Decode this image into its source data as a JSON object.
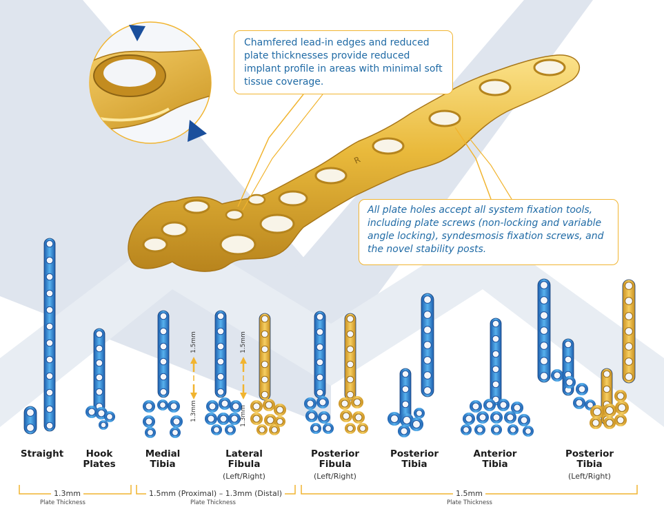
{
  "callouts": {
    "top": "Chamfered lead-in edges and reduced plate thicknesses provide reduced implant profile in areas with minimal soft tissue coverage.",
    "bottom": "All plate holes accept all system fixation tools, including plate screws (non-locking and variable angle locking), syndesmosis fixation screws, and the novel stability posts."
  },
  "plate_engraving": "R",
  "plates": [
    {
      "name": "Straight",
      "sub": ""
    },
    {
      "name": "Hook\nPlates",
      "sub": ""
    },
    {
      "name": "Medial\nTibia",
      "sub": ""
    },
    {
      "name": "Lateral\nFibula",
      "sub": "(Left/Right)"
    },
    {
      "name": "Posterior\nFibula",
      "sub": "(Left/Right)"
    },
    {
      "name": "Posterior\nTibia",
      "sub": ""
    },
    {
      "name": "Anterior\nTibia",
      "sub": ""
    },
    {
      "name": "Posterior\nTibia",
      "sub": "(Left/Right)"
    }
  ],
  "thickness_markers": {
    "upper": "1.5mm",
    "lower": "1.3mm"
  },
  "brackets": [
    {
      "label": "1.3mm",
      "sub": "Plate Thickness"
    },
    {
      "label": "1.5mm (Proximal) – 1.3mm (Distal)",
      "sub": "Plate Thickness"
    },
    {
      "label": "1.5mm",
      "sub": "Plate Thickness"
    }
  ],
  "colors": {
    "accent": "#f1b42f",
    "text_blue": "#1f6aa5",
    "chevron": "#dde3ec",
    "pointer": "#1a4f9c",
    "blue_plate": "#3f8fd8",
    "gold_plate": "#e2b13a"
  }
}
